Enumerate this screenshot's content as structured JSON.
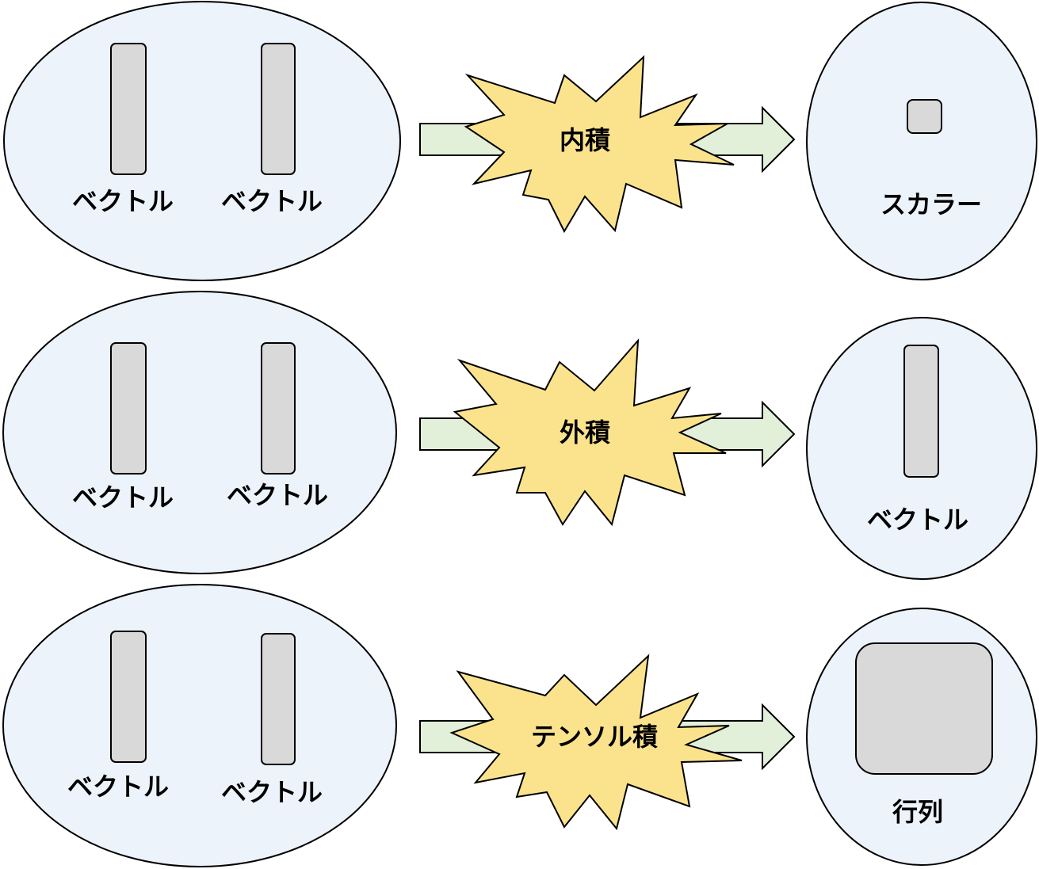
{
  "colors": {
    "ellipse_fill": "#edf3fb",
    "ellipse_stroke": "#000000",
    "box_fill": "#d9d9d9",
    "arrow_fill": "#e2efd9",
    "burst_fill": "#fbe38d"
  },
  "rows": [
    {
      "inputs": {
        "vector_a_label": "ベクトル",
        "vector_b_label": "ベクトル"
      },
      "operation": "内積",
      "output": {
        "shape": "scalar",
        "label": "スカラー"
      }
    },
    {
      "inputs": {
        "vector_a_label": "ベクトル",
        "vector_b_label": "ベクトル"
      },
      "operation": "外積",
      "output": {
        "shape": "vector",
        "label": "ベクトル"
      }
    },
    {
      "inputs": {
        "vector_a_label": "ベクトル",
        "vector_b_label": "ベクトル"
      },
      "operation": "テンソル積",
      "output": {
        "shape": "matrix",
        "label": "行列"
      }
    }
  ]
}
